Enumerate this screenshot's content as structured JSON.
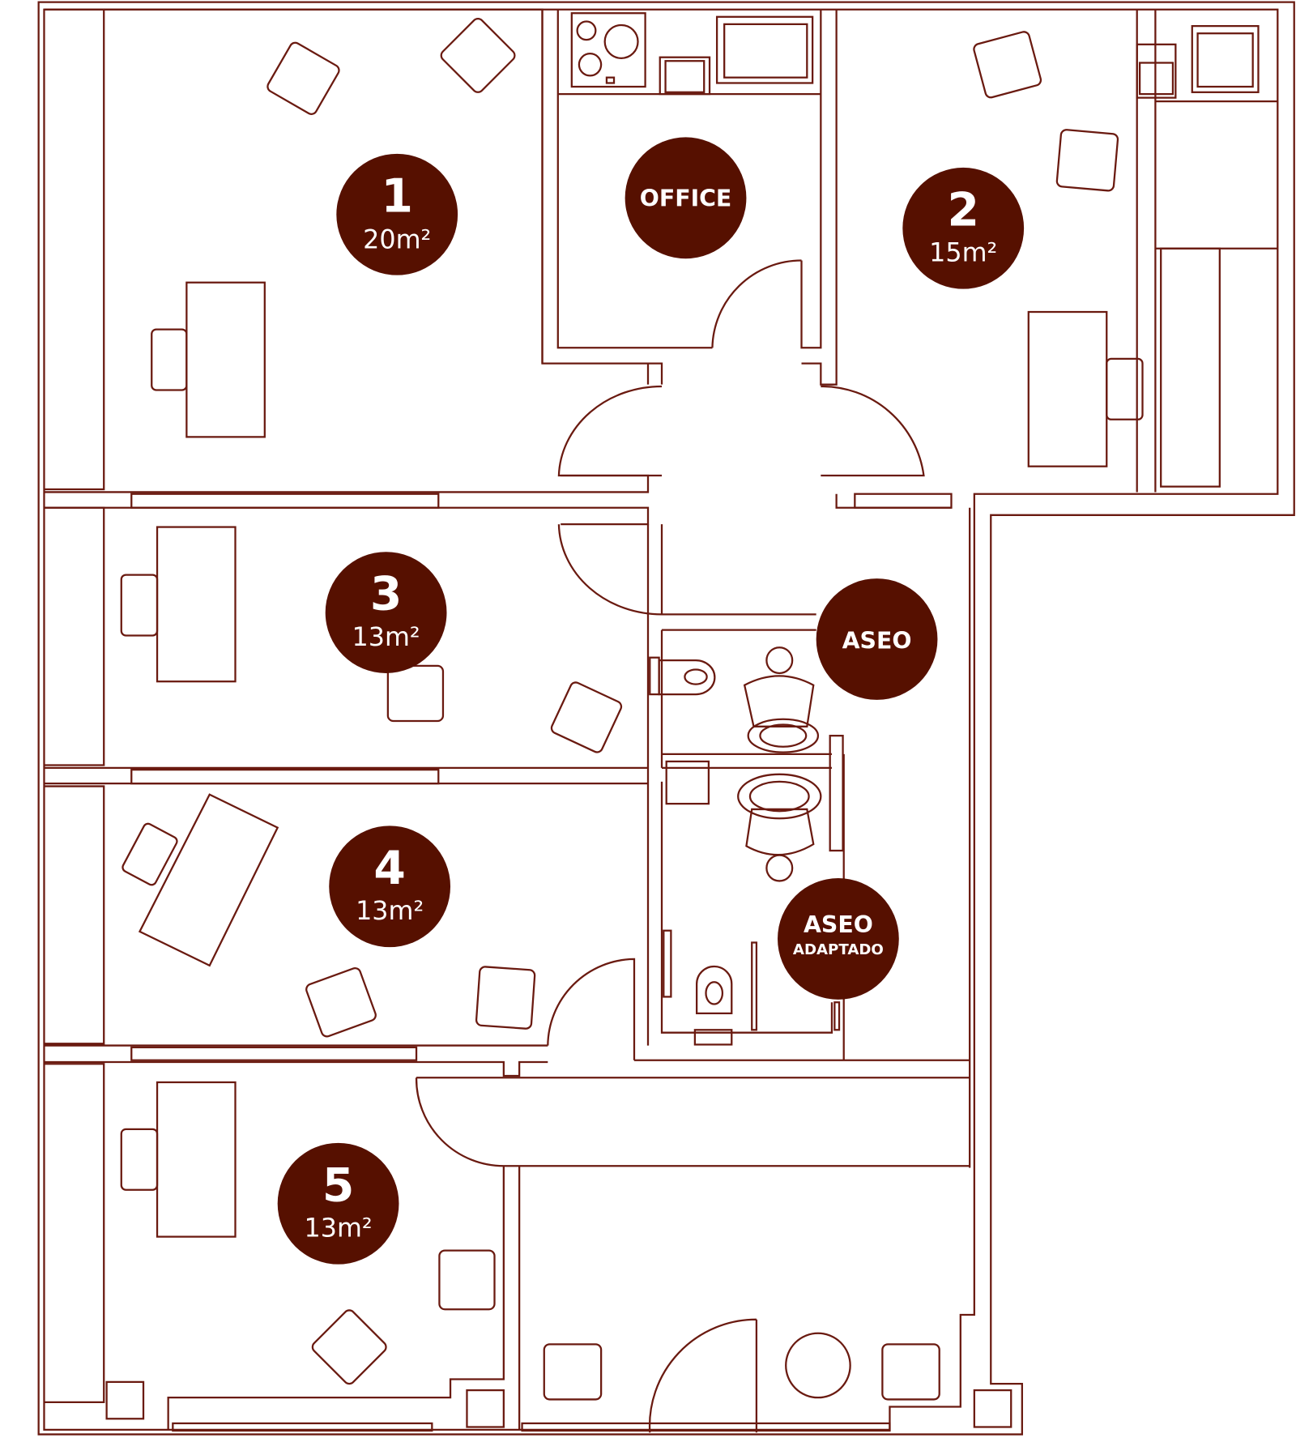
{
  "colors": {
    "line": "#6a1a10",
    "label_fill": "#561000",
    "label_text": "#ffffff"
  },
  "rooms": [
    {
      "number": "1",
      "area": "20m²"
    },
    {
      "number": "2",
      "area": "15m²"
    },
    {
      "number": "3",
      "area": "13m²"
    },
    {
      "number": "4",
      "area": "13m²"
    },
    {
      "number": "5",
      "area": "13m²"
    }
  ],
  "office": {
    "label": "OFFICE"
  },
  "aseo": {
    "label": "ASEO"
  },
  "aseo_adaptado": {
    "label": "ASEO",
    "sublabel": "ADAPTADO"
  }
}
